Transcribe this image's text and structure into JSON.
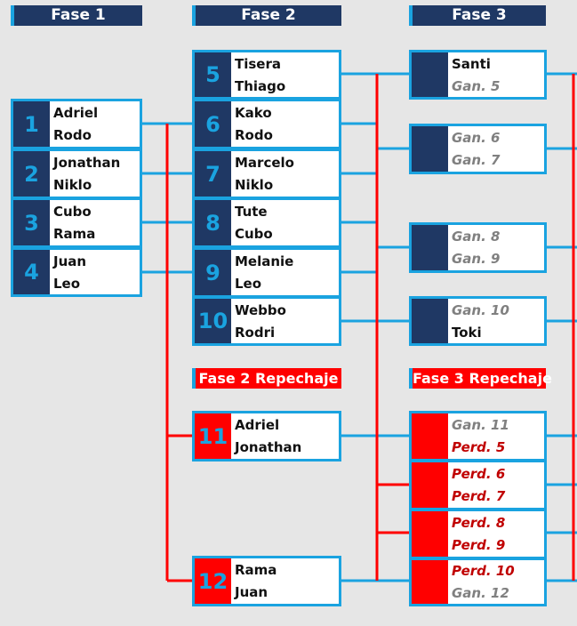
{
  "headers": {
    "fase1": "Fase 1",
    "fase2": "Fase 2",
    "fase3": "Fase 3",
    "fase2_rep": "Fase 2 Repechaje",
    "fase3_rep": "Fase 3 Repechaje"
  },
  "fase1": [
    {
      "num": "1",
      "a": "Adriel",
      "b": "Rodo"
    },
    {
      "num": "2",
      "a": "Jonathan",
      "b": "Niklo"
    },
    {
      "num": "3",
      "a": "Cubo",
      "b": "Rama"
    },
    {
      "num": "4",
      "a": "Juan",
      "b": "Leo"
    }
  ],
  "fase2": [
    {
      "num": "5",
      "a": "Tisera",
      "b": "Thiago"
    },
    {
      "num": "6",
      "a": "Kako",
      "b": "Rodo"
    },
    {
      "num": "7",
      "a": "Marcelo",
      "b": "Niklo"
    },
    {
      "num": "8",
      "a": "Tute",
      "b": "Cubo"
    },
    {
      "num": "9",
      "a": "Melanie",
      "b": "Leo"
    },
    {
      "num": "10",
      "a": "Webbo",
      "b": "Rodri"
    }
  ],
  "fase2_rep": [
    {
      "num": "11",
      "a": "Adriel",
      "b": "Jonathan"
    },
    {
      "num": "12",
      "a": "Rama",
      "b": "Juan"
    }
  ],
  "fase3": [
    {
      "a": "Santi",
      "b": "Gan. 5"
    },
    {
      "a": "Gan. 6",
      "b": "Gan. 7"
    },
    {
      "a": "Gan. 8",
      "b": "Gan. 9"
    },
    {
      "a": "Gan. 10",
      "b": "Toki"
    }
  ],
  "fase3_rep": [
    {
      "a": "Gan. 11",
      "b": "Perd. 5"
    },
    {
      "a": "Perd. 6",
      "b": "Perd. 7"
    },
    {
      "a": "Perd. 8",
      "b": "Perd. 9"
    },
    {
      "a": "Perd. 10",
      "b": "Gan. 12"
    }
  ],
  "colors": {
    "navy": "#1f3864",
    "cyan": "#1aa3e0",
    "red": "#ff0000",
    "ganador_text": "#808080",
    "perdedor_text": "#c00000"
  }
}
